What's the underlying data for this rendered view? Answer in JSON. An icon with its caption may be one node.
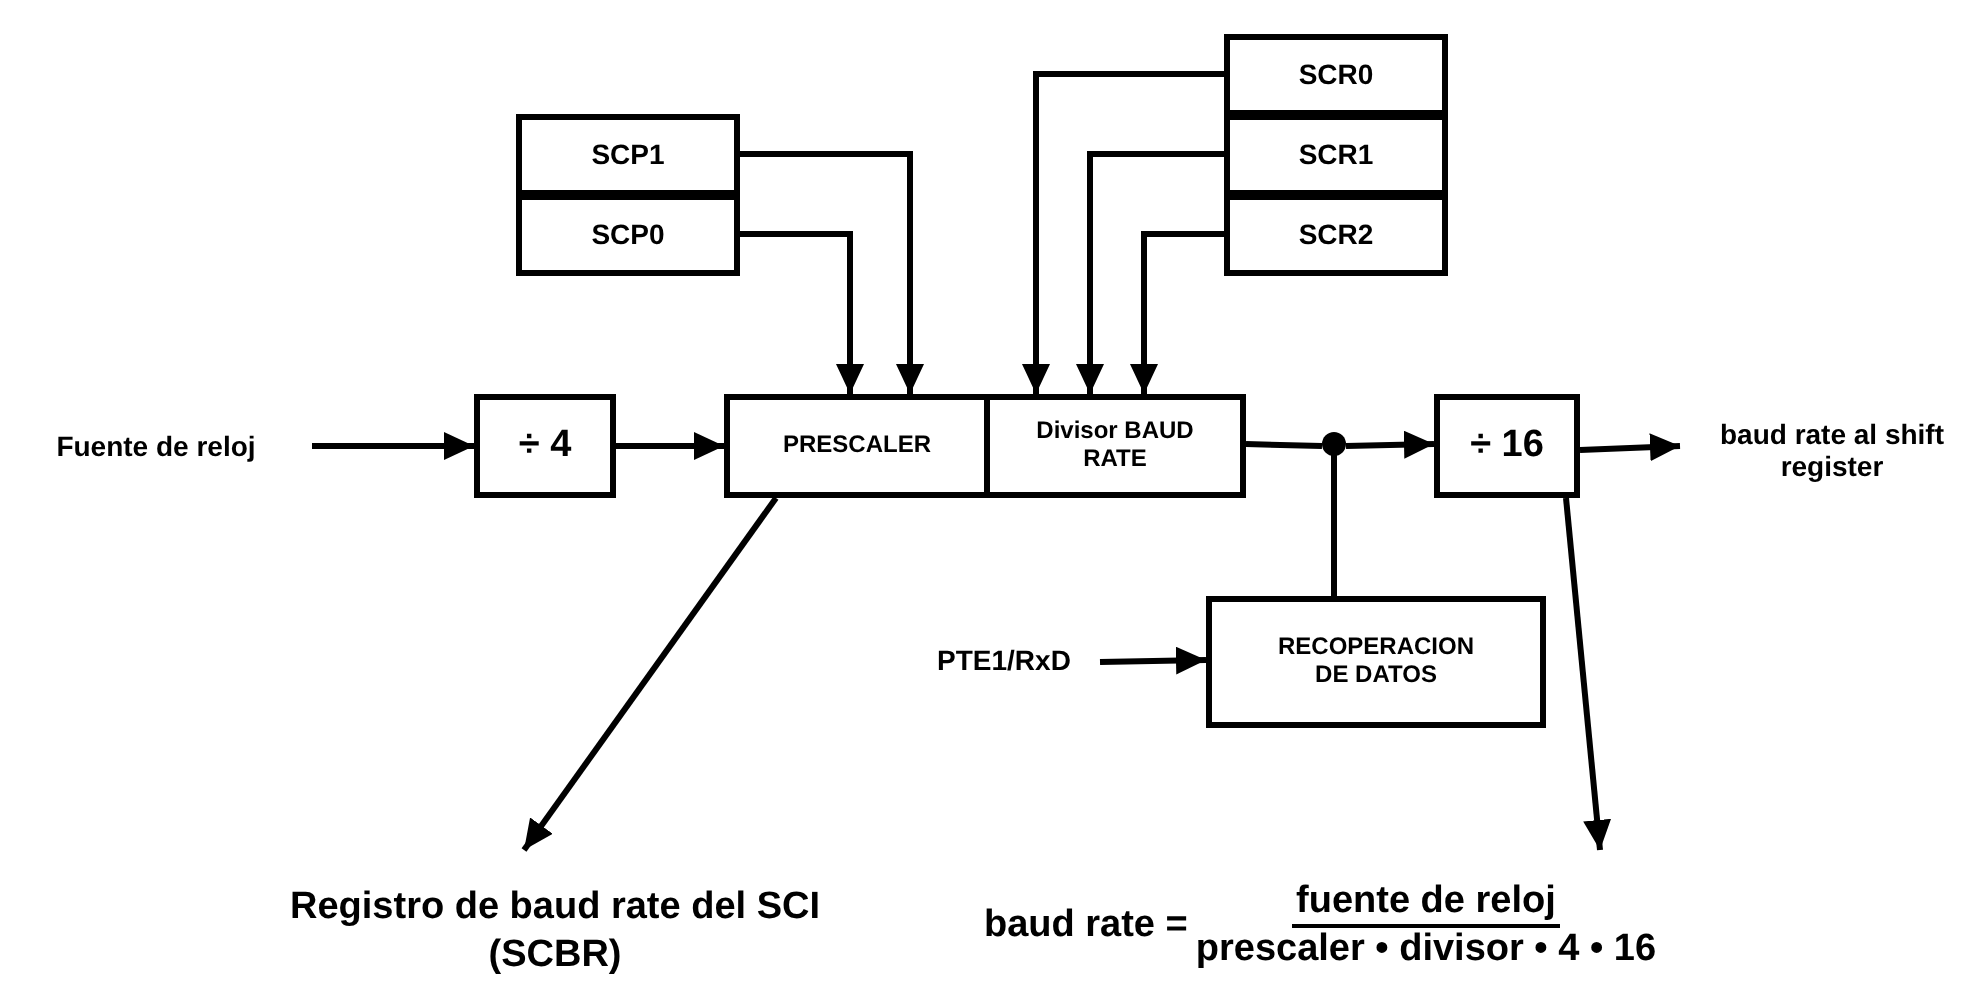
{
  "diagram": {
    "nodes": [
      {
        "text": [
          "SCP1"
        ]
      },
      {
        "text": [
          "SCP0"
        ]
      },
      {
        "text": [
          "SCR0"
        ]
      },
      {
        "text": [
          "SCR1"
        ]
      },
      {
        "text": [
          "SCR2"
        ]
      },
      {
        "text": [
          "Fuente de reloj"
        ]
      },
      {
        "text": [
          "÷ 4"
        ]
      },
      {
        "text": [
          "PRESCALER"
        ]
      },
      {
        "text": [
          "Divisor BAUD RATE"
        ]
      },
      {
        "text": [],
        "shape": "circle"
      },
      {
        "text": [
          "÷ 16"
        ]
      },
      {
        "text": [
          "baud rate al shift register"
        ]
      },
      {
        "text": [
          "PTE1/RxD"
        ]
      },
      {
        "text": [
          "RECOPERACION DE DATOS"
        ]
      },
      {
        "text": [
          "Registro de baud rate del SCI (SCBR)"
        ]
      },
      {
        "text": [
          "baud rate =",
          "fuente de reloj",
          "prescaler • divisor • 4 • 16"
        ]
      }
    ],
    "edges": [
      {
        "from": 0,
        "to": 7,
        "arrow": "to"
      },
      {
        "from": 1,
        "to": 7,
        "arrow": "to"
      },
      {
        "from": 2,
        "to": 8,
        "arrow": "to"
      },
      {
        "from": 3,
        "to": 8,
        "arrow": "to"
      },
      {
        "from": 4,
        "to": 8,
        "arrow": "to"
      },
      {
        "from": 5,
        "to": 6,
        "arrow": "to"
      },
      {
        "from": 6,
        "to": 7,
        "arrow": "to"
      },
      {
        "from": 8,
        "to": 9,
        "arrow": "none"
      },
      {
        "from": 9,
        "to": 10,
        "arrow": "to"
      },
      {
        "from": 9,
        "to": 13,
        "arrow": "none"
      },
      {
        "from": 10,
        "to": 11,
        "arrow": "to"
      },
      {
        "from": 12,
        "to": 13,
        "arrow": "to"
      },
      {
        "from": 7,
        "to": 14,
        "arrow": "to"
      },
      {
        "from": 10,
        "to": 15,
        "arrow": "to"
      }
    ]
  }
}
